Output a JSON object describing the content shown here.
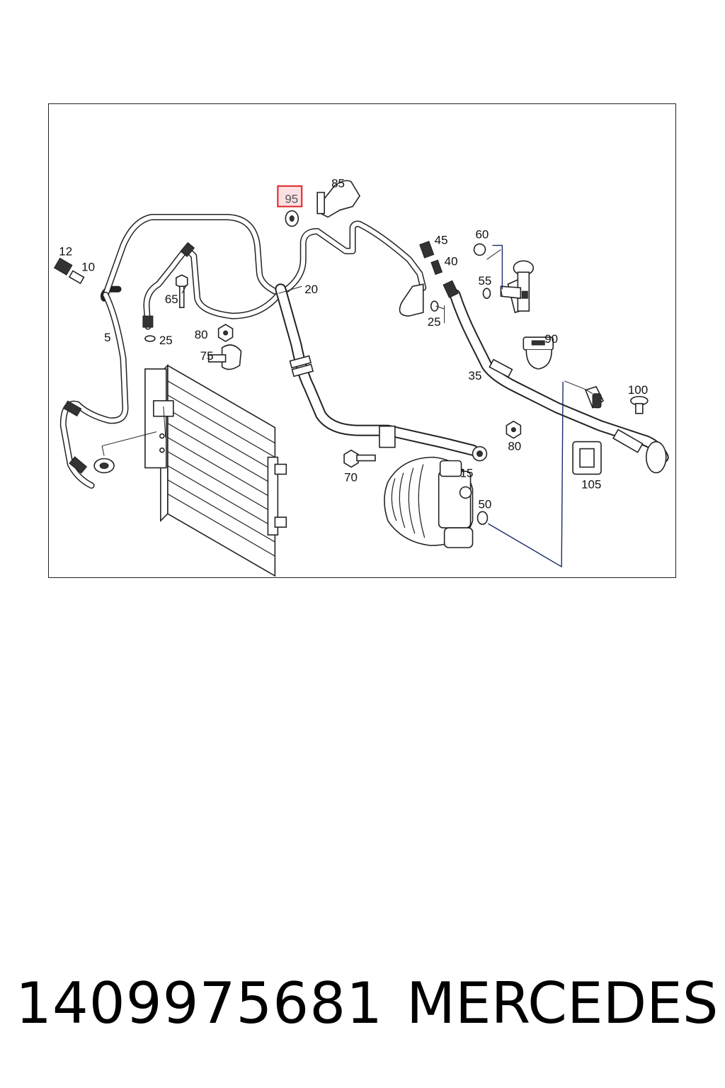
{
  "diagram": {
    "callouts": {
      "c5": "5",
      "c10": "10",
      "c12": "12",
      "c15": "15",
      "c20": "20",
      "c25a": "25",
      "c25b": "25",
      "c35": "35",
      "c40": "40",
      "c45": "45",
      "c50": "50",
      "c55": "55",
      "c60": "60",
      "c65": "65",
      "c70": "70",
      "c75": "75",
      "c80a": "80",
      "c80b": "80",
      "c85": "85",
      "c90": "90",
      "c95": "95",
      "c100": "100",
      "c105": "105"
    },
    "highlighted_callout": "95",
    "highlight_color": "#d22222"
  },
  "footer": {
    "part_number": "1409975681",
    "brand": "MERCEDES"
  }
}
